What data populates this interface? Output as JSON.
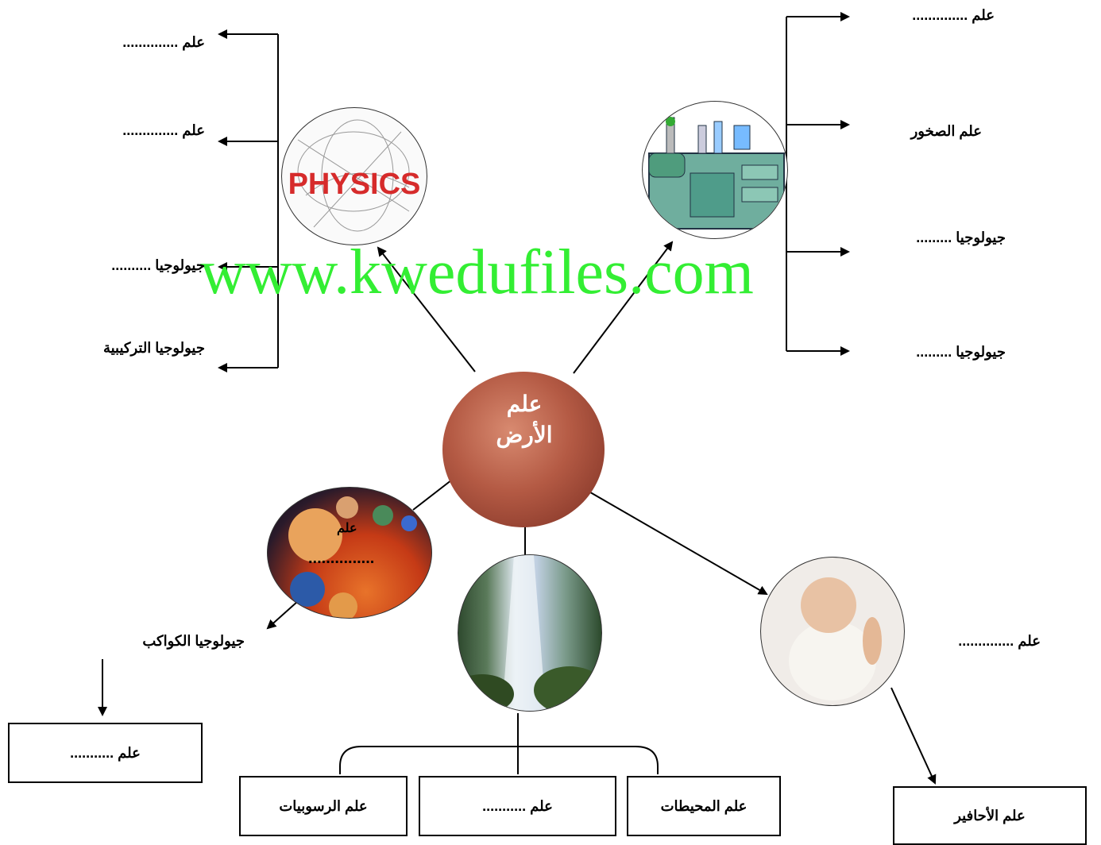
{
  "center": {
    "line1": "علم",
    "line2": "الأرض"
  },
  "physics_text": "PHYSICS",
  "watermark": "www.kwedufiles.com",
  "left_branch": [
    "علم ..............",
    "علم ..............",
    "جيولوجيا ..........",
    "جيولوجيا التركيبية"
  ],
  "right_branch": [
    "علم ..............",
    "علم الصخور",
    "جيولوجيا .........",
    "جيولوجيا ........."
  ],
  "planets": {
    "inner_label": "علم",
    "dots": "...............",
    "below": "جيولوجيا الكواكب",
    "box": "علم ..........."
  },
  "water_boxes": [
    "علم الرسوبيات",
    "علم ...........",
    "علم المحيطات"
  ],
  "baby": {
    "side": "علم ..............",
    "box": "علم الأحافير"
  }
}
